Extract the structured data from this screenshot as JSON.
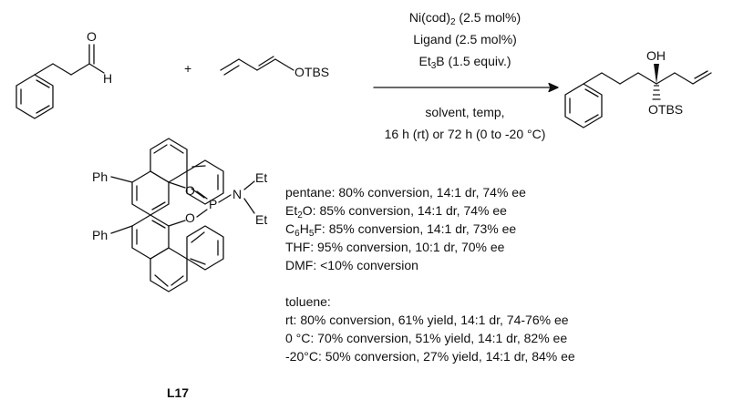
{
  "reaction": {
    "conditions_top": [
      {
        "text": "Ni(cod)",
        "sub": "2",
        "after": " (2.5 mol%)"
      },
      {
        "text": "Ligand (2.5 mol%)",
        "sub": "",
        "after": ""
      },
      {
        "text": "Et",
        "sub": "3",
        "after": "B (1.5 equiv.)"
      }
    ],
    "conditions_bottom": [
      "solvent, temp,",
      "16 h (rt) or 72 h (0 to -20 °C)"
    ],
    "plus": "+",
    "atoms": {
      "aldehyde_O": "O",
      "aldehyde_H": "H",
      "diene_OTBS": "OTBS",
      "product_OH": "OH",
      "product_OTBS": "OTBS"
    }
  },
  "ligand": {
    "name": "L17",
    "atoms": {
      "ph_top": "Ph",
      "ph_bottom": "Ph",
      "o_top": "O",
      "o_bottom": "O",
      "p": "P",
      "n": "N",
      "et_top": "Et",
      "et_bottom": "Et"
    }
  },
  "solvent_results": [
    {
      "pre": "pentane: 80% conversion, 14:1 dr, 74% ee",
      "sub": "",
      "post": ""
    },
    {
      "pre": "Et",
      "sub": "2",
      "post": "O: 85% conversion, 14:1 dr, 74% ee"
    },
    {
      "pre": "C",
      "sub": "6",
      "mid": "H",
      "sub2": "5",
      "post": "F: 85% conversion, 14:1 dr, 73% ee"
    },
    {
      "pre": "THF: 95% conversion, 10:1 dr, 70% ee",
      "sub": "",
      "post": ""
    },
    {
      "pre": "DMF: <10% conversion",
      "sub": "",
      "post": ""
    }
  ],
  "toluene": {
    "heading": "toluene:",
    "rows": [
      "rt: 80% conversion, 61% yield, 14:1 dr, 74-76% ee",
      "0 °C: 70% conversion, 51% yield, 14:1 dr, 82% ee",
      "-20°C: 50% conversion, 27% yield, 14:1 dr, 84% ee"
    ]
  }
}
